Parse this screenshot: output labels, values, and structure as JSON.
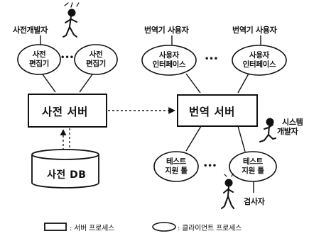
{
  "dictionary_side": {
    "developer_label": "사전개발자",
    "editor_1": {
      "line1": "사전",
      "line2": "편집기"
    },
    "editor_2": {
      "line1": "사전",
      "line2": "편집기"
    },
    "ellipsis": "•••",
    "server_label": "사전 서버",
    "db_label": "사전 DB"
  },
  "translation_side": {
    "user_label_1": "번역기 사용자",
    "user_label_2": "번역기 사용자",
    "ui_1": {
      "line1": "사용자",
      "line2": "인터페이스"
    },
    "ui_2": {
      "line1": "사용자",
      "line2": "인터페이스"
    },
    "ellipsis": "•••",
    "server_label": "번역 서버",
    "system_developer_line1": "시스템",
    "system_developer_line2": "개발자"
  },
  "test_side": {
    "tool_1": {
      "line1": "테스트",
      "line2": "지원 툴"
    },
    "tool_2": {
      "line1": "테스트",
      "line2": "지원 툴"
    },
    "ellipsis": "•••",
    "inspector_label": "검사자"
  },
  "legend": {
    "server_process": ": 서버 프로세스",
    "client_process": ": 클라이언트 프로세스"
  }
}
